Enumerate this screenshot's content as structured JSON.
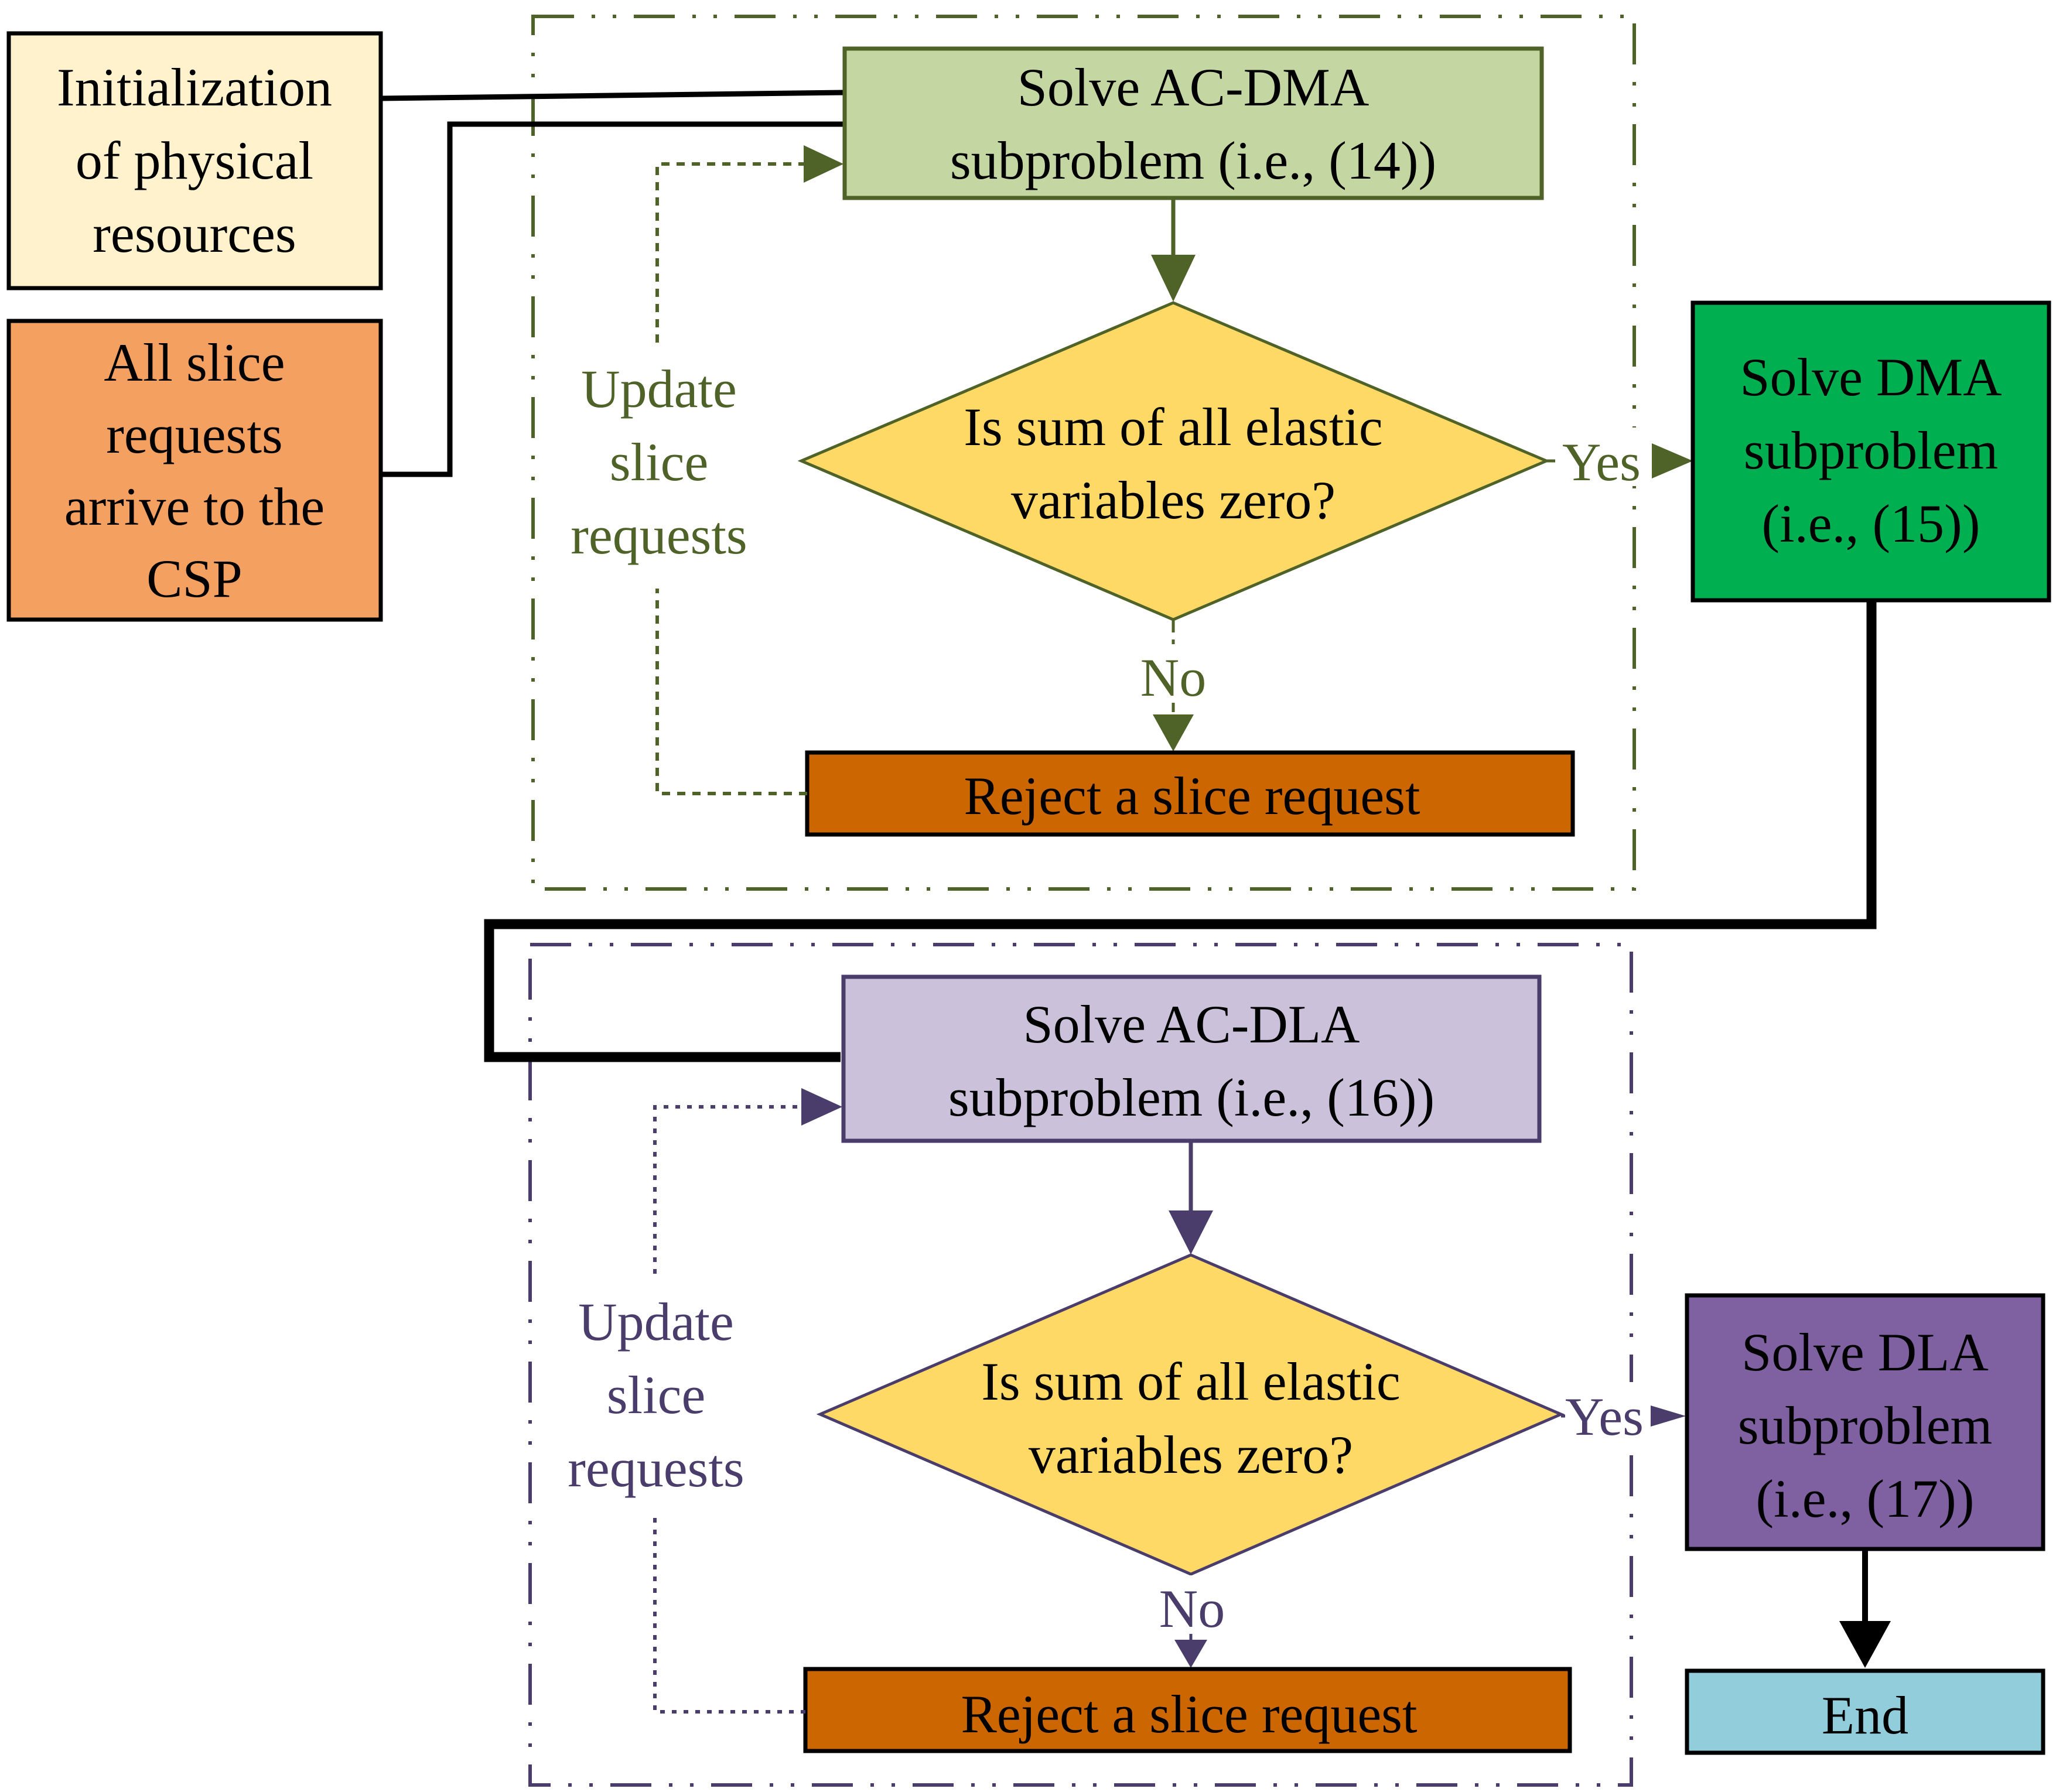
{
  "colors": {
    "green_line": "#4f6228",
    "purple_line": "#4a3d6b",
    "init_fill": "#fff2cc",
    "requests_fill": "#f4a060",
    "acdma_fill": "#c4d7a2",
    "dma_fill": "#00b050",
    "decision_fill": "#ffd966",
    "reject_fill": "#cc6600",
    "acdla_fill": "#ccc1da",
    "dla_fill": "#7f60a0",
    "end_fill": "#92cddc"
  },
  "nodes": {
    "init": {
      "lines": [
        "Initialization",
        "of physical",
        "resources"
      ]
    },
    "requests": {
      "lines": [
        "All slice",
        "requests",
        "arrive to the",
        "CSP"
      ]
    },
    "acdma": {
      "lines": [
        "Solve AC-DMA",
        "subproblem (i.e., (14))"
      ]
    },
    "decision1": {
      "lines": [
        "Is sum of all elastic",
        "variables zero?"
      ]
    },
    "reject1": {
      "label": "Reject a slice request"
    },
    "update1": {
      "lines": [
        "Update",
        "slice",
        "requests"
      ]
    },
    "dma": {
      "lines": [
        "Solve DMA",
        "subproblem",
        "(i.e., (15))"
      ]
    },
    "acdla": {
      "lines": [
        "Solve AC-DLA",
        "subproblem (i.e., (16))"
      ]
    },
    "decision2": {
      "lines": [
        "Is sum of all elastic",
        "variables zero?"
      ]
    },
    "reject2": {
      "label": "Reject a slice request"
    },
    "update2": {
      "lines": [
        "Update",
        "slice",
        "requests"
      ]
    },
    "dla": {
      "lines": [
        "Solve DLA",
        "subproblem",
        "(i.e., (17))"
      ]
    },
    "end": {
      "label": "End"
    }
  },
  "edge_labels": {
    "yes1": "Yes",
    "no1": "No",
    "yes2": "Yes",
    "no2": "No"
  }
}
